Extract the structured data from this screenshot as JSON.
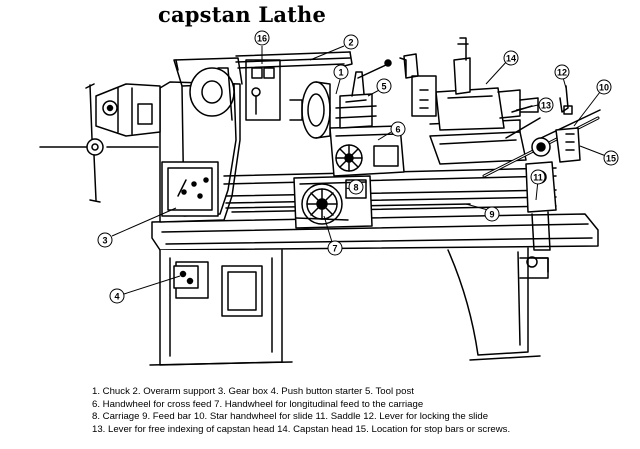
{
  "title": "capstan Lathe",
  "callouts": [
    "1",
    "2",
    "3",
    "4",
    "5",
    "6",
    "7",
    "8",
    "9",
    "10",
    "11",
    "12",
    "13",
    "14",
    "15",
    "16"
  ],
  "legend": [
    "1. Chuck  2. Overarm support  3. Gear box  4. Push button starter  5. Tool post",
    "6. Handwheel for cross feed  7. Handwheel for  longitudinal feed to the carriage",
    "8. Carriage  9. Feed bar 10. Star handwheel for slide  11. Saddle  12. Lever for locking the slide",
    "13. Lever for free indexing of capstan head  14. Capstan head  15. Location for stop bars or screws."
  ],
  "colors": {
    "ink": "#000000",
    "background": "#ffffff"
  }
}
